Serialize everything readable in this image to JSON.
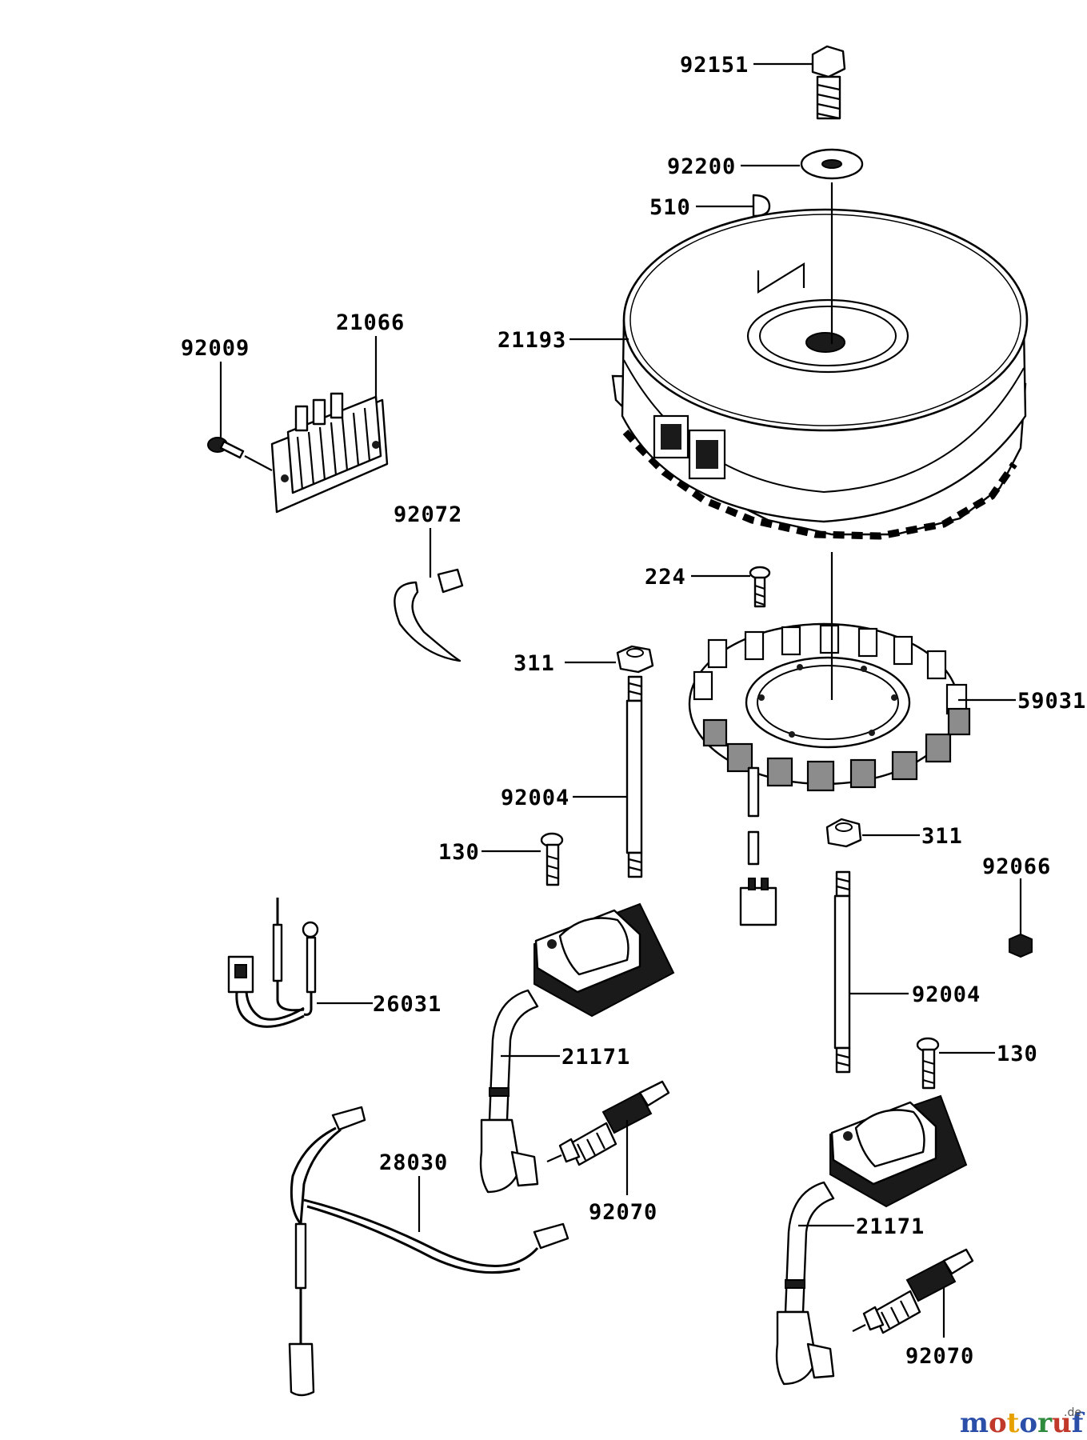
{
  "parts": [
    {
      "id": "p-92151",
      "number": "92151",
      "name": "bolt"
    },
    {
      "id": "p-92200",
      "number": "92200",
      "name": "washer"
    },
    {
      "id": "p-510",
      "number": "510",
      "name": "key"
    },
    {
      "id": "p-21193",
      "number": "21193",
      "name": "flywheel"
    },
    {
      "id": "p-21066",
      "number": "21066",
      "name": "regulator"
    },
    {
      "id": "p-92009",
      "number": "92009",
      "name": "screw"
    },
    {
      "id": "p-92072",
      "number": "92072",
      "name": "band"
    },
    {
      "id": "p-224",
      "number": "224",
      "name": "bolt"
    },
    {
      "id": "p-311a",
      "number": "311",
      "name": "nut"
    },
    {
      "id": "p-59031",
      "number": "59031",
      "name": "stator"
    },
    {
      "id": "p-92004a",
      "number": "92004",
      "name": "stud"
    },
    {
      "id": "p-130a",
      "number": "130",
      "name": "bolt"
    },
    {
      "id": "p-311b",
      "number": "311",
      "name": "nut"
    },
    {
      "id": "p-92066",
      "number": "92066",
      "name": "nut"
    },
    {
      "id": "p-26031",
      "number": "26031",
      "name": "harness"
    },
    {
      "id": "p-21171a",
      "number": "21171",
      "name": "ignition coil"
    },
    {
      "id": "p-92004b",
      "number": "92004",
      "name": "stud"
    },
    {
      "id": "p-130b",
      "number": "130",
      "name": "bolt"
    },
    {
      "id": "p-28030",
      "number": "28030",
      "name": "lead"
    },
    {
      "id": "p-92070a",
      "number": "92070",
      "name": "spark plug"
    },
    {
      "id": "p-21171b",
      "number": "21171",
      "name": "ignition coil"
    },
    {
      "id": "p-92070b",
      "number": "92070",
      "name": "spark plug"
    }
  ],
  "watermark": {
    "letters": [
      "m",
      "o",
      "t",
      "o",
      "r",
      "u",
      "f"
    ],
    "colors": [
      "#2b4fa8",
      "#c0392b",
      "#e6a100",
      "#2b4fa8",
      "#2e8b3d",
      "#c0392b",
      "#2b4fa8"
    ],
    "suffix": ".de"
  }
}
